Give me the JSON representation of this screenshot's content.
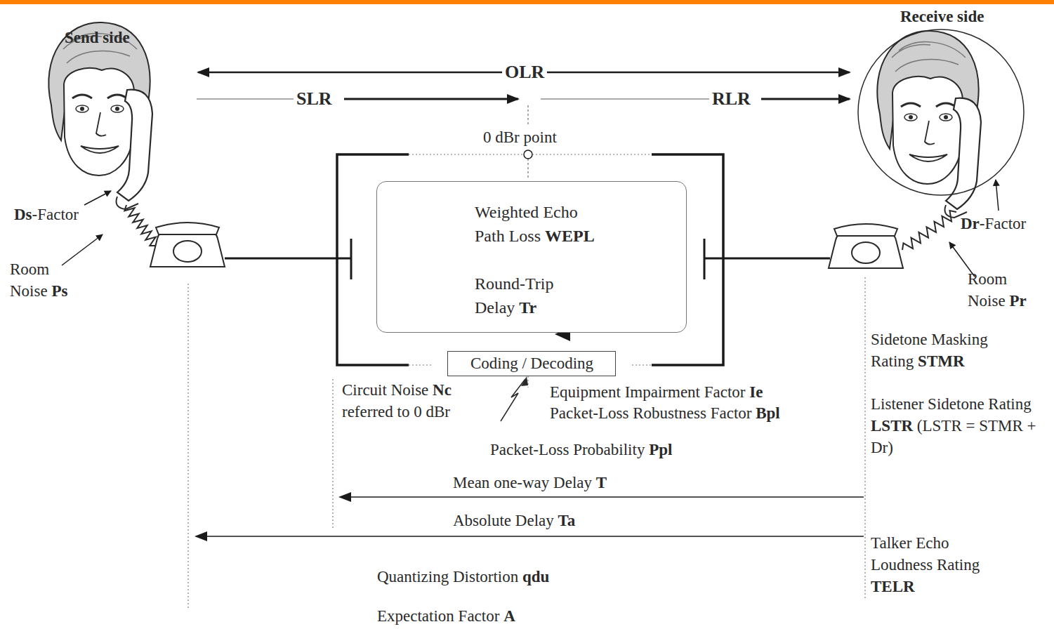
{
  "diagram": {
    "nodes": [
      {
        "text": [
          "Weighted Echo Path Loss WEPL",
          "Round-Trip Delay Tr"
        ]
      },
      {
        "text": [
          "Coding / Decoding"
        ]
      }
    ],
    "labels": [
      "Send side",
      "Receive side",
      "OLR",
      "SLR",
      "RLR",
      "0 dBr point",
      "Ds-Factor",
      "Room Noise Ps",
      "Dr-Factor",
      "Room Noise Pr",
      "Sidetone Masking Rating STMR",
      "Listener Sidetone Rating LSTR (LSTR = STMR + Dr)",
      "Circuit Noise Nc referred to 0 dBr",
      "Equipment Impairment Factor Ie",
      "Packet-Loss Robustness Factor Bpl",
      "Packet-Loss Probability Ppl",
      "Mean one-way Delay T",
      "Absolute Delay Ta",
      "Talker Echo Loudness Rating TELR",
      "Quantizing Distortion qdu",
      "Expectation Factor A"
    ]
  }
}
